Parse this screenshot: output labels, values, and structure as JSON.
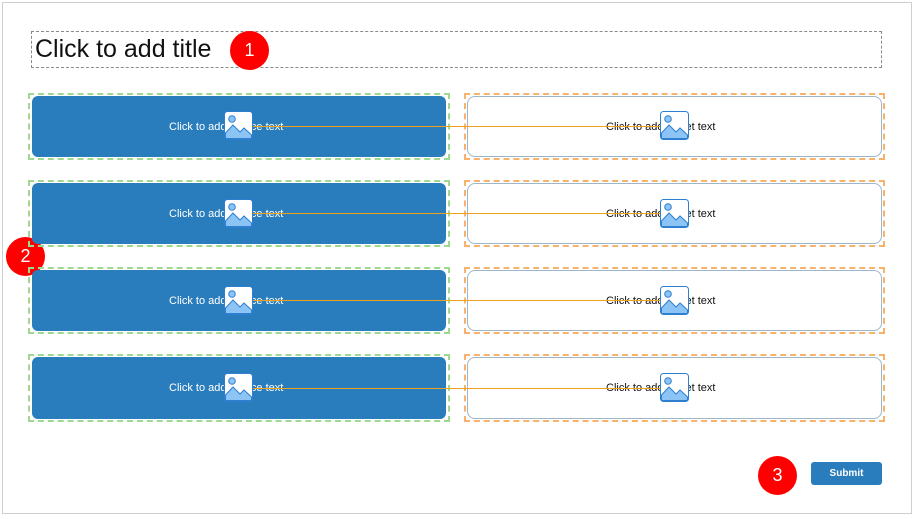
{
  "title": {
    "placeholder_text": "Click to add title"
  },
  "badges": [
    "1",
    "2",
    "3"
  ],
  "rows": [
    {
      "source_text": "Click to add source text",
      "target_text": "Click to add target text"
    },
    {
      "source_text": "Click to add source text",
      "target_text": "Click to add target text"
    },
    {
      "source_text": "Click to add source text",
      "target_text": "Click to add target text"
    },
    {
      "source_text": "Click to add source text",
      "target_text": "Click to add target text"
    }
  ],
  "submit": {
    "label": "Submit"
  },
  "colors": {
    "accent_blue": "#2a7dbc",
    "source_frame_green": "#9fd88f",
    "target_frame_orange": "#f7b26b",
    "connector_orange": "#f0a21e",
    "badge_red": "#ff0000"
  },
  "icons": {
    "image_placeholder": "image-icon"
  }
}
